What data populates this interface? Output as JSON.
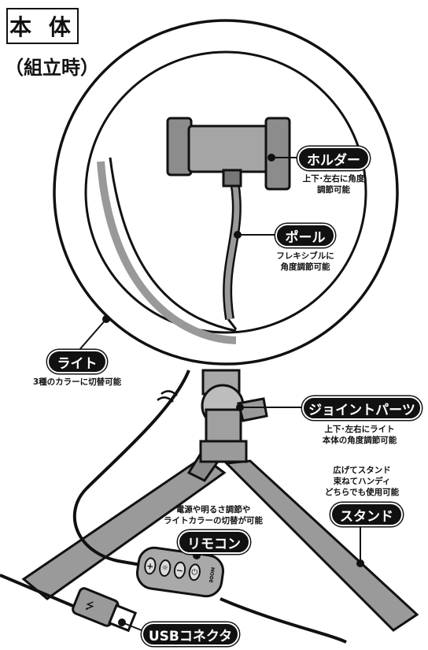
{
  "title": {
    "main": "本 体",
    "sub": "（組立時）"
  },
  "labels": {
    "holder": "ホルダー",
    "pole": "ポール",
    "light": "ライト",
    "joint": "ジョイントパーツ",
    "stand": "スタンド",
    "remote": "リモコン",
    "usb": "USBコネクタ"
  },
  "notes": {
    "holder": [
      "上下･左右に角度",
      "調節可能"
    ],
    "pole": [
      "フレキシブルに",
      "角度調節可能"
    ],
    "light": [
      "3種のカラーに切替可能"
    ],
    "joint": [
      "上下･左右にライト",
      "本体の角度調節可能"
    ],
    "stand": [
      "広げてスタンド",
      "束ねてハンディ",
      "どちらでも使用可能"
    ],
    "remote": [
      "電源や明るさ調節や",
      "ライトカラーの切替が可能"
    ]
  },
  "remote_buttons": [
    "+",
    "☼",
    "−",
    "⏻"
  ],
  "remote_button_text": "MODE",
  "colors": {
    "ink": "#111111",
    "stand_gray": "#9a9a9a",
    "holder_gray": "#8c8c8c",
    "ring_fill": "#ffffff"
  }
}
